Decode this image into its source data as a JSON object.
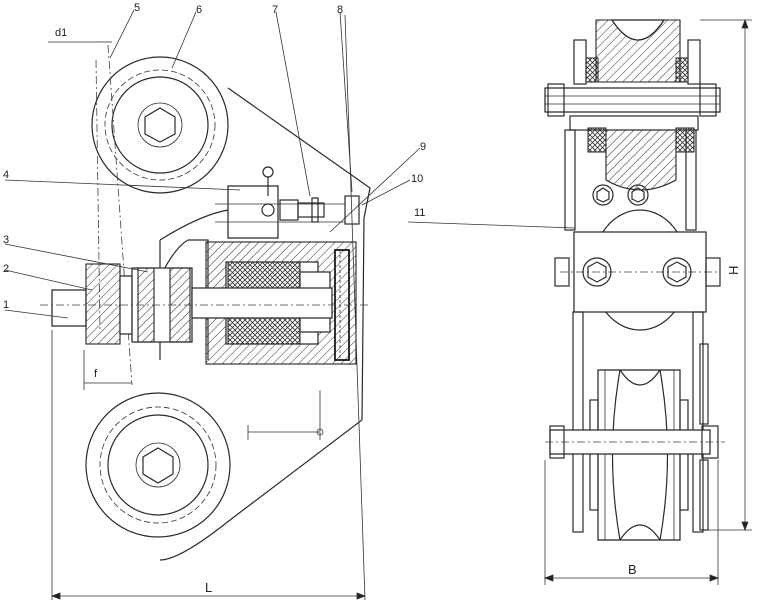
{
  "callouts": {
    "c1": "1",
    "c2": "2",
    "c3": "3",
    "c4": "4",
    "c5": "5",
    "c6": "6",
    "c7": "7",
    "c8": "8",
    "c9": "9",
    "c10": "10",
    "c11": "11"
  },
  "dimensions": {
    "d1": "d1",
    "f": "f",
    "L": "L",
    "B": "B",
    "H": "H"
  }
}
